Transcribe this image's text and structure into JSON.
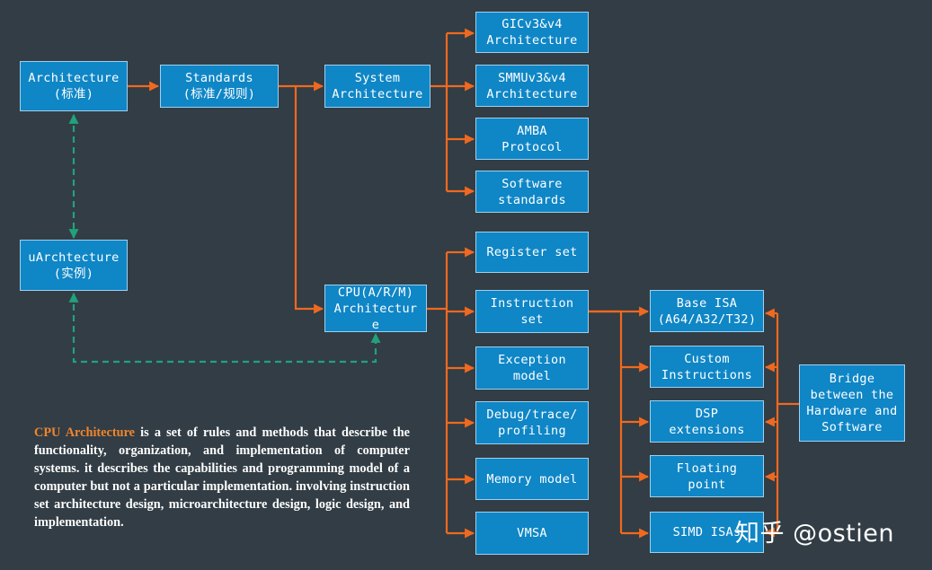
{
  "nodes": {
    "architecture": {
      "line1": "Architecture",
      "line2": "(标准)"
    },
    "uarch": {
      "line1": "uArchtecture",
      "line2": "(实例)"
    },
    "standards": {
      "line1": "Standards",
      "line2": "(标准/规则)"
    },
    "system_arch": {
      "line1": "System",
      "line2": "Architecture"
    },
    "cpu_arch": {
      "line1": "CPU(A/R/M)",
      "line2": "Architectur",
      "line3": "e"
    },
    "gic": {
      "line1": "GICv3&v4",
      "line2": "Architecture"
    },
    "smmu": {
      "line1": "SMMUv3&v4",
      "line2": "Architecture"
    },
    "amba": {
      "line1": "AMBA",
      "line2": "Protocol"
    },
    "software_std": {
      "line1": "Software",
      "line2": "standards"
    },
    "register_set": {
      "line1": "Register set"
    },
    "instruction_set": {
      "line1": "Instruction",
      "line2": "set"
    },
    "exception_model": {
      "line1": "Exception",
      "line2": "model"
    },
    "debug": {
      "line1": "Debug/trace/",
      "line2": "profiling"
    },
    "memory_model": {
      "line1": "Memory model"
    },
    "vmsa": {
      "line1": "VMSA"
    },
    "base_isa": {
      "line1": "Base ISA",
      "line2": "(A64/A32/T32)"
    },
    "custom_instr": {
      "line1": "Custom",
      "line2": "Instructions"
    },
    "dsp": {
      "line1": "DSP",
      "line2": "extensions"
    },
    "floating": {
      "line1": "Floating",
      "line2": "point"
    },
    "simd": {
      "line1": "SIMD ISAs"
    },
    "bridge": {
      "line1": "Bridge",
      "line2": "between the",
      "line3": "Hardware and",
      "line4": "Software"
    }
  },
  "description": {
    "highlight": "CPU Architecture",
    "text": " is a set of rules and methods that describe the functionality, organization, and implementation of computer systems.  it describes the capabilities and programming model of a computer but not a particular implementation. involving instruction set architecture design, microarchitecture design, logic design, and implementation."
  },
  "watermark": "知乎 @ostien",
  "colors": {
    "background": "#323d45",
    "box": "#0f86c6",
    "box_border": "#9fd0ef",
    "arrow": "#f0691f",
    "dashed": "#21a27c",
    "highlight": "#f0852d"
  }
}
